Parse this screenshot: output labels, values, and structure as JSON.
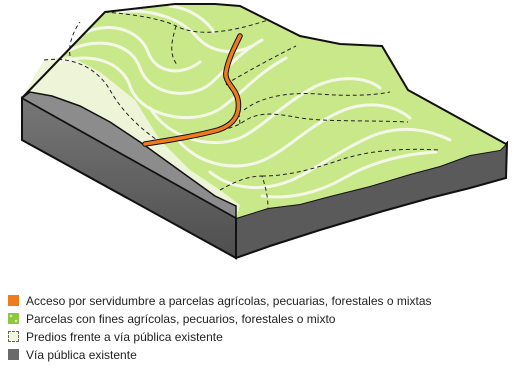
{
  "diagram": {
    "colors": {
      "parcels": "#c9e88a",
      "frontage": "#eef4d7",
      "road_top": "#8c8c8c",
      "road_side": "#4f4f4f",
      "access_route": "#f07a1e",
      "contour": "#f4f8e6",
      "outline": "#111111"
    }
  },
  "legend": {
    "items": [
      {
        "label": "Acceso por servidumbre a parcelas agrícolas, pecuarias, forestales o mixtas",
        "color": "#f07a1e",
        "icon": "orange-square-icon"
      },
      {
        "label": "Parcelas con fines agrícolas, pecuarios, forestales o mixto",
        "color": "#8fc63f",
        "icon": "green-textured-square-icon"
      },
      {
        "label": "Predios frente a vía pública existente",
        "color": "#f3f7de",
        "icon": "dashed-square-icon"
      },
      {
        "label": "Vía pública existente",
        "color": "#6a6a6a",
        "icon": "gray-square-icon"
      }
    ]
  }
}
